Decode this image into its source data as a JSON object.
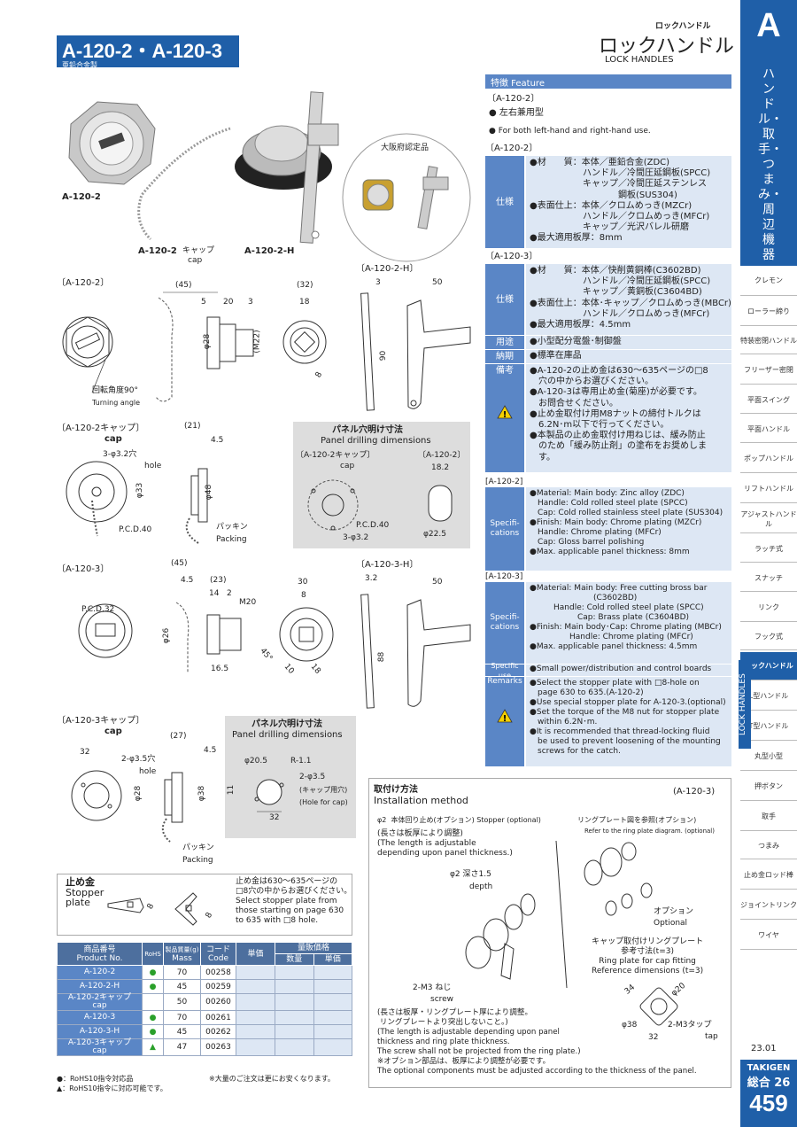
{
  "header": {
    "title": "A-120-2・A-120-3",
    "subtitle": "亜鉛合金製",
    "category_small": "ロックハンドル",
    "category": "ロックハンドル",
    "category_en": "LOCK  HANDLES"
  },
  "sidebar": {
    "letter": "A",
    "vertical": "ハンドル・取手・つまみ・周辺機器",
    "vertical_en": "LOCK  HANDLES",
    "items": [
      "クレモン",
      "ローラー締り",
      "特装密閉ハンドル",
      "フリーザー密閉",
      "平面スイング",
      "平面ハンドル",
      "ポップハンドル",
      "リフトハンドル",
      "アジャストハンドル",
      "ラッチ式",
      "スナッチ",
      "リンク",
      "フック式",
      "ロックハンドル",
      "L型ハンドル",
      "T型ハンドル",
      "丸型小型",
      "押ボタン",
      "取手",
      "つまみ",
      "止め金ロッド棒",
      "ジョイントリンク",
      "ワイヤ"
    ]
  },
  "footer": {
    "date": "23.01",
    "brand": "TAKIGEN",
    "general": "総合 26",
    "page": "459"
  },
  "features": {
    "bar": "特徴  Feature",
    "model": "〔A-120-2〕",
    "jp": "● 左右兼用型",
    "en": "● For both left-hand and right-hand use."
  },
  "spec_jp": {
    "a1202": {
      "model": "〔A-120-2〕",
      "label": "仕様",
      "body": "●材　　質：本体／亜鉛合金(ZDC)\n　　　　　　ハンドル／冷間圧延鋼板(SPCC)\n　　　　　　キャップ／冷間圧延ステンレス\n　　　　　　　　　　鋼板(SUS304)\n●表面仕上：本体／クロムめっき(MZCr)\n　　　　　　ハンドル／クロムめっき(MFCr)\n　　　　　　キャップ／光沢バレル研磨\n●最大適用板厚：8mm"
    },
    "a1203": {
      "model": "〔A-120-3〕",
      "label": "仕様",
      "body": "●材　　質：本体／快削黄銅棒(C3602BD)\n　　　　　　ハンドル／冷間圧延鋼板(SPCC)\n　　　　　　キャップ／黄銅板(C3604BD)\n●表面仕上：本体･キャップ／クロムめっき(MBCr)\n　　　　　　ハンドル／クロムめっき(MFCr)\n●最大適用板厚：4.5mm"
    },
    "use_label": "用途",
    "use": "●小型配分電盤･制御盤",
    "delivery_label": "納期",
    "delivery": "●標準在庫品",
    "remarks_label": "備考",
    "remarks": "●A-120-2の止め金は630～635ページの□8\n　穴の中からお選びください。\n●A-120-3は専用止め金(菊座)が必要です。\n　お問合せください。\n●止め金取付け用M8ナットの締付トルクは\n　6.2N･m以下で行ってください。\n●本製品の止め金取付け用ねじは、緩み防止\n　のため「緩み防止剤」の塗布をお奨めしま\n　す。"
  },
  "spec_en": {
    "a1202": {
      "model": "[A-120-2]",
      "label": "Specifi-\ncations",
      "body": "●Material: Main body: Zinc alloy (ZDC)\n　Handle: Cold rolled steel plate (SPCC)\n　Cap: Cold rolled stainless steel plate (SUS304)\n●Finish: Main body: Chrome plating (MZCr)\n　Handle: Chrome plating (MFCr)\n　Cap: Gloss barrel polishing\n●Max. applicable panel thickness: 8mm"
    },
    "a1203": {
      "model": "[A-120-3]",
      "label": "Specifi-\ncations",
      "body": "●Material: Main body: Free cutting bross bar\n　　　　　　　　(C3602BD)\n　　　Handle: Cold rolled steel plate (SPCC)\n　　　　　　Cap: Brass plate (C3604BD)\n●Finish: Main body･Cap: Chrome plating (MBCr)\n　　　　　Handle: Chrome plating (MFCr)\n●Max. applicable panel thickness: 4.5mm"
    },
    "use_label": "Specific use",
    "use": "●Small power/distribution and control boards",
    "remarks_label": "Remarks",
    "remarks": "●Select the stopper plate with □8-hole on\n　page 630 to 635.(A-120-2)\n●Use special stopper plate for A-120-3.(optional)\n●Set the torque of the M8 nut for stopper plate\n　within 6.2N･m.\n●It is recommended that thread-locking fluid\n　be used to prevent loosening of the mounting\n　screws for the catch."
  },
  "photos": {
    "a1202": "A-120-2",
    "cap": "A-120-2",
    "cap_jp": "キャップ",
    "cap_en": "cap",
    "handle": "A-120-2-H",
    "osaka": "大阪府認定品"
  },
  "drawings": {
    "a1202": {
      "title": "〔A-120-2〕",
      "d45": "(45)",
      "d32": "(32)",
      "d5": "5",
      "d20": "20",
      "d3": "3",
      "d18": "18",
      "d28": "φ28",
      "m22": "(M22)",
      "d8": "8",
      "rot_jp": "回転角度90°",
      "rot_en": "Turning angle"
    },
    "a1202h": {
      "title": "〔A-120-2-H〕",
      "d3": "3",
      "d50": "50",
      "d90": "90"
    },
    "a1202cap": {
      "title": "〔A-120-2キャップ〕",
      "title_en": "cap",
      "d21": "(21)",
      "d45": "4.5",
      "hole": "3-φ3.2穴",
      "hole_en": "hole",
      "d33": "φ33",
      "d48": "φ48",
      "pcd": "P.C.D.40",
      "pk_jp": "パッキン",
      "pk_en": "Packing"
    },
    "drill1": {
      "title": "パネル穴明け寸法",
      "title_en": "Panel drilling dimensions",
      "left": "〔A-120-2キャップ〕",
      "left_en": "cap",
      "right": "〔A-120-2〕",
      "d182": "18.2",
      "pcd": "P.C.D.40",
      "holes": "3-φ3.2",
      "d225": "φ22.5"
    },
    "a1203": {
      "title": "〔A-120-3〕",
      "d45": "(45)",
      "d45b": "4.5",
      "d23": "(23)",
      "d14": "14",
      "d2": "2",
      "m20": "M20",
      "d30": "30",
      "d8": "8",
      "pcd": "P.C.D.32",
      "d26": "φ26",
      "d165": "16.5",
      "deg": "45°",
      "d10": "10",
      "d18": "18"
    },
    "a1203h": {
      "title": "〔A-120-3-H〕",
      "d32": "3.2",
      "d50": "50",
      "d88": "88"
    },
    "a1203cap": {
      "title": "〔A-120-3キャップ〕",
      "title_en": "cap",
      "d27": "(27)",
      "d45": "4.5",
      "d32": "32",
      "hole": "2-φ3.5穴",
      "hole_en": "hole",
      "d28": "φ28",
      "d38": "φ38",
      "pk_jp": "パッキン",
      "pk_en": "Packing"
    },
    "drill2": {
      "title": "パネル穴明け寸法",
      "title_en": "Panel drilling dimensions",
      "d205": "φ20.5",
      "r": "R-1.1",
      "holes": "2-φ3.5",
      "holes_jp": "(キャップ用穴)",
      "holes_en": "(Hole for cap)",
      "d11": "11",
      "d32": "32"
    }
  },
  "stopper": {
    "title_jp": "止め金",
    "title_en": "Stopper\nplate",
    "d8a": "8",
    "d8b": "8",
    "note": "止め金は630～635ページの\n□8穴の中からお選びください。\nSelect stopper plate from\nthose starting on page 630\nto 635 with □8 hole."
  },
  "install": {
    "title_jp": "取付け方法",
    "title_en": "Installation method",
    "model": "(A-120-3)",
    "stopper": "φ2  本体回り止め(オプション) Stopper (optional)",
    "ring": "リングプレート図を参照(オプション)",
    "ring_en": "Refer to the ring plate diagram. (optional)",
    "len_note": "(長さは板厚により調整)\n(The length is adjustable\ndepending upon panel thickness.)",
    "depth": "φ2 深さ1.5",
    "depth_en": "depth",
    "option": "オプション",
    "option_en": "Optional",
    "screw": "2-M3 ねじ",
    "screw_en": "screw",
    "ring_ref": "キャップ取付けリングプレート\n参考寸法(t=3)\nRing plate for cap fitting\nReference dimensions (t=3)",
    "d34": "34",
    "d20": "φ20",
    "d38": "φ38",
    "d32": "32",
    "tap": "2-M3タップ",
    "tap_en": "tap",
    "note": "(長さは板厚・リングプレート厚により調整。\n リングプレートより突出しないこと。)\n(The length is adjustable depending upon panel\nthickness and ring plate thickness.\nThe screw shall not be projected from the ring plate.)\n※オプション部品は、板厚により調整が必要です。\nThe optional components must be adjusted according to the thickness of the panel."
  },
  "product_table": {
    "headers": {
      "pn_jp": "商品番号",
      "pn_en": "Product No.",
      "rohs": "RoHS",
      "mass_jp": "製品質量(g)",
      "mass_en": "Mass",
      "code_jp": "コード",
      "code_en": "Code",
      "unit": "単価",
      "bulk": "量販価格",
      "qty": "数量",
      "price": "単価"
    },
    "rows": [
      {
        "pn": "A-120-2",
        "rohs": "●",
        "mass": "70",
        "code": "00258"
      },
      {
        "pn": "A-120-2-H",
        "rohs": "●",
        "mass": "45",
        "code": "00259"
      },
      {
        "pn": "A-120-2キャップ\ncap",
        "rohs": "",
        "mass": "50",
        "code": "00260"
      },
      {
        "pn": "A-120-3",
        "rohs": "●",
        "mass": "70",
        "code": "00261"
      },
      {
        "pn": "A-120-3-H",
        "rohs": "●",
        "mass": "45",
        "code": "00262"
      },
      {
        "pn": "A-120-3キャップ\ncap",
        "rohs": "▲",
        "mass": "47",
        "code": "00263"
      }
    ],
    "legend1": "●：RoHS10指令対応品",
    "legend2": "▲：RoHS10指令に対応可能です。",
    "bulk_note": "※大量のご注文は更にお安くなります。"
  }
}
